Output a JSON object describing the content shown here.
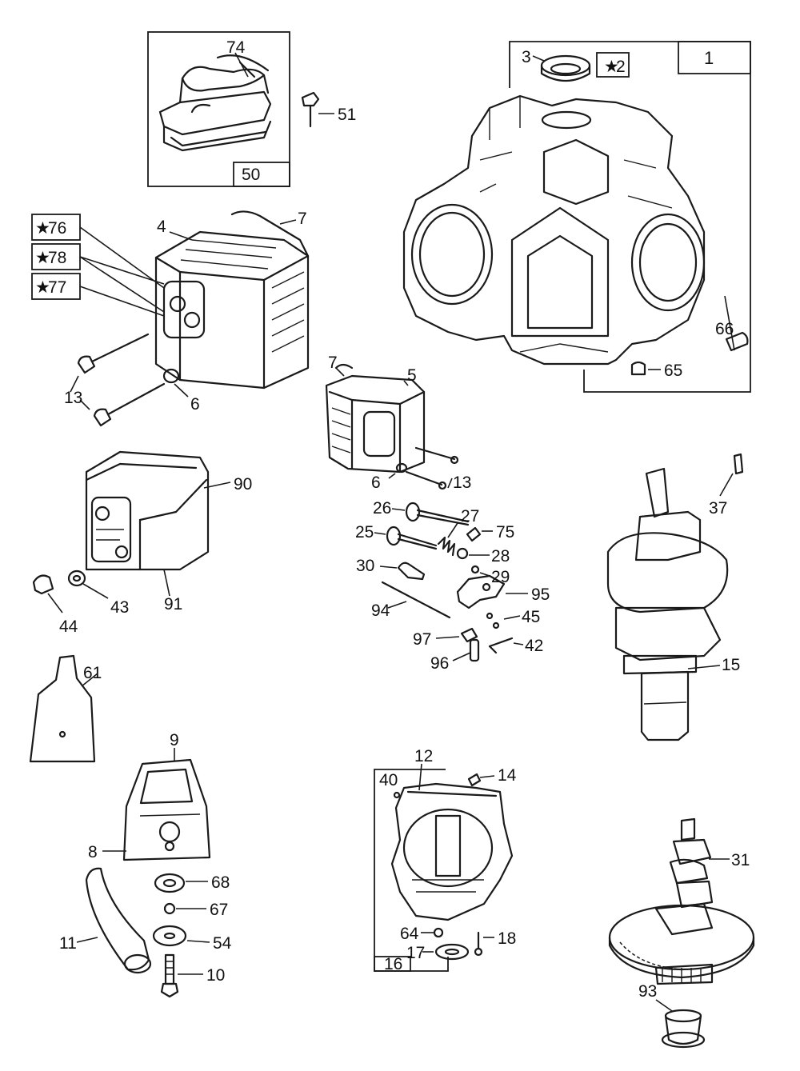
{
  "callouts": {
    "c74": "74",
    "c51": "51",
    "c50": "50",
    "c3": "3",
    "c2": "2",
    "c1": "1",
    "c76": "76",
    "c78": "78",
    "c77": "77",
    "c4": "4",
    "c7a": "7",
    "c13a": "13",
    "c6a": "6",
    "c66": "66",
    "c65": "65",
    "c7b": "7",
    "c5": "5",
    "c6b": "6",
    "c13b": "13",
    "c90": "90",
    "c43": "43",
    "c44": "44",
    "c91": "91",
    "c26": "26",
    "c27": "27",
    "c25": "25",
    "c75": "75",
    "c28": "28",
    "c30": "30",
    "c29": "29",
    "c95": "95",
    "c94": "94",
    "c45": "45",
    "c97": "97",
    "c42": "42",
    "c96": "96",
    "c37": "37",
    "c15": "15",
    "c61": "61",
    "c9": "9",
    "c8": "8",
    "c68": "68",
    "c67": "67",
    "c11": "11",
    "c54": "54",
    "c10": "10",
    "c12": "12",
    "c14": "14",
    "c40": "40",
    "c64": "64",
    "c18": "18",
    "c17": "17",
    "c16": "16",
    "c31": "31",
    "c93": "93"
  },
  "star_symbol": "★",
  "icons": [
    "star-icon"
  ]
}
